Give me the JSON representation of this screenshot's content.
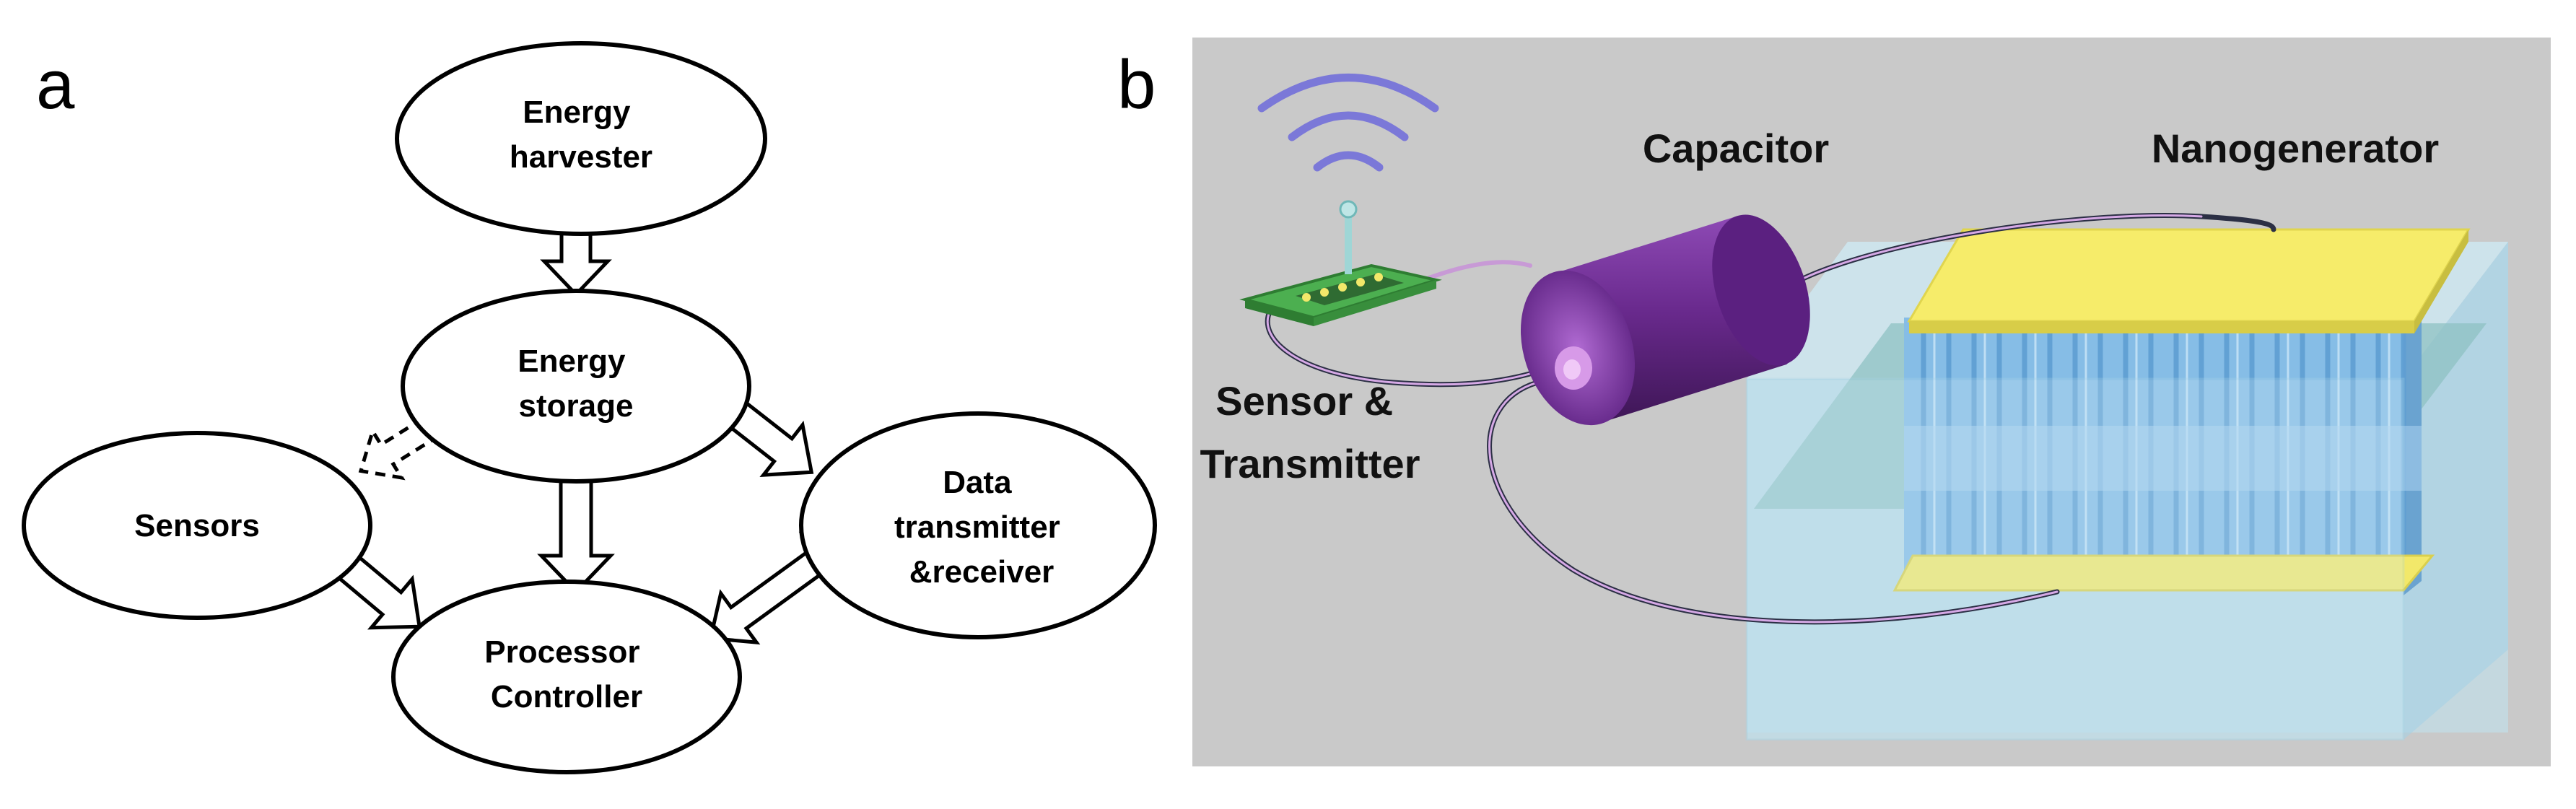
{
  "panel_a": {
    "letter": "a",
    "nodes": {
      "harvester": [
        "Energy",
        "harvester"
      ],
      "storage": [
        "Energy",
        "storage"
      ],
      "sensors": [
        "Sensors"
      ],
      "data": [
        "Data",
        "transmitter",
        "&receiver"
      ],
      "processor": [
        "Processor",
        "Controller"
      ]
    }
  },
  "panel_b": {
    "letter": "b",
    "labels": {
      "capacitor": "Capacitor",
      "nanogenerator": "Nanogenerator",
      "sensor_line1": "Sensor &",
      "sensor_line2": "Transmitter"
    }
  },
  "colors": {
    "background_b": "#c9c9c9",
    "capacitor": "#6a2a8e",
    "electrode": "#f2e86a",
    "nanowire": "#86bde6",
    "box": "#bfe3f1",
    "board": "#4caf50",
    "wave": "#7b78d8",
    "wire": "#c89ad6"
  }
}
